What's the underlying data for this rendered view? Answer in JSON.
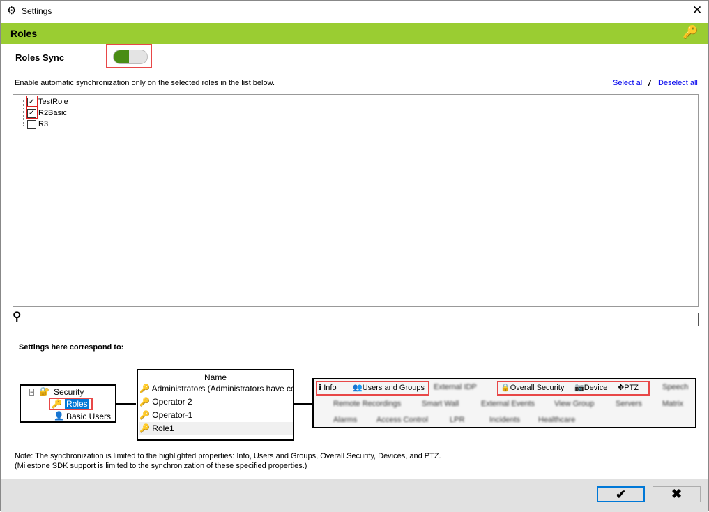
{
  "window": {
    "title": "Settings",
    "close": "✕"
  },
  "header": {
    "title": "Roles"
  },
  "roles_sync": {
    "label": "Roles Sync",
    "enabled": true
  },
  "description": "Enable automatic synchronization only on the selected roles in the list below.",
  "select_all": "Select all",
  "separator": "/",
  "deselect_all": "Deselect all",
  "roles": [
    {
      "name": "TestRole",
      "checked": true
    },
    {
      "name": "R2Basic",
      "checked": true
    },
    {
      "name": "R3",
      "checked": false
    }
  ],
  "search": {
    "value": "",
    "placeholder": ""
  },
  "correspond_title": "Settings here correspond to:",
  "diagram": {
    "tree": {
      "parent": "Security",
      "selected": "Roles",
      "child": "Basic Users"
    },
    "list": {
      "header": "Name",
      "items": [
        "Administrators (Administrators have co",
        "Operator 2",
        "Operator-1",
        "Role1"
      ]
    },
    "tabs_highlighted": [
      "Info",
      "Users and Groups",
      "Overall Security",
      "Device",
      "PTZ"
    ],
    "tabs_other": [
      "External IDP",
      "Speech",
      "Remote Recordings",
      "Smart Wall",
      "External Events",
      "View Group",
      "Servers",
      "Matrix",
      "Alarms",
      "Access Control",
      "LPR",
      "Incidents",
      "Healthcare"
    ]
  },
  "note1": "Note: The synchronization is limited to the highlighted properties: Info, Users and Groups, Overall Security, Devices, and PTZ.",
  "note2": "(Milestone SDK support is limited to the synchronization of these specified properties.)",
  "buttons": {
    "ok": "✔",
    "cancel": "✖"
  },
  "colors": {
    "header": "#9acd32",
    "highlight": "#e84848",
    "toggle_on": "#4a8d14"
  }
}
